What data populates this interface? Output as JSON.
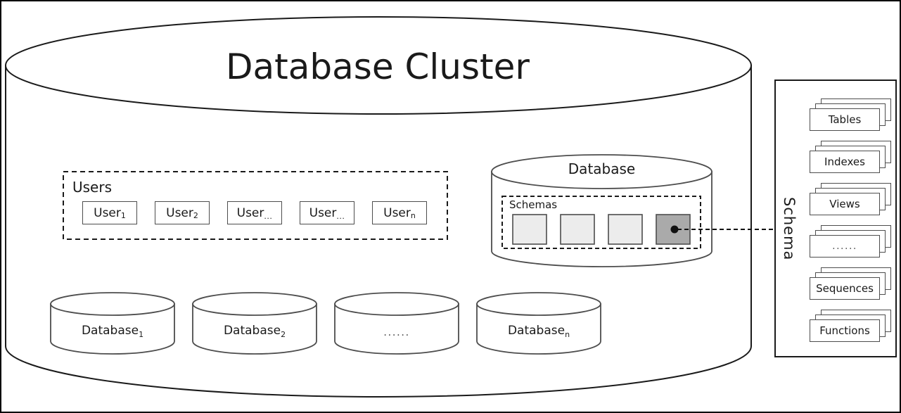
{
  "diagram": {
    "title": "Database Cluster",
    "colors": {
      "stroke": "#1a1a1a",
      "box_stroke": "#4d4d4d",
      "schema_square_light": "#ececec",
      "schema_square_selected": "#aaaaaa",
      "background": "#ffffff"
    }
  },
  "cluster": {
    "label": "Database Cluster"
  },
  "users_group": {
    "label": "Users",
    "items": [
      {
        "name": "User",
        "subscript": "1"
      },
      {
        "name": "User",
        "subscript": "2"
      },
      {
        "name": "User",
        "subscript": "..."
      },
      {
        "name": "User",
        "subscript": "..."
      },
      {
        "name": "User",
        "subscript": "n"
      }
    ]
  },
  "database_detail": {
    "label": "Database",
    "schemas_label": "Schemas",
    "schemas": [
      {
        "id": "schema-1",
        "selected": false
      },
      {
        "id": "schema-2",
        "selected": false
      },
      {
        "id": "schema-3",
        "selected": false
      },
      {
        "id": "schema-4",
        "selected": true
      }
    ]
  },
  "databases": [
    {
      "name": "Database",
      "subscript": "1"
    },
    {
      "name": "Database",
      "subscript": "2"
    },
    {
      "name": "......",
      "subscript": ""
    },
    {
      "name": "Database",
      "subscript": "n"
    }
  ],
  "schema_panel": {
    "label": "Schema",
    "objects": [
      {
        "label": "Tables"
      },
      {
        "label": "Indexes"
      },
      {
        "label": "Views"
      },
      {
        "label": "......"
      },
      {
        "label": "Sequences"
      },
      {
        "label": "Functions"
      }
    ]
  }
}
